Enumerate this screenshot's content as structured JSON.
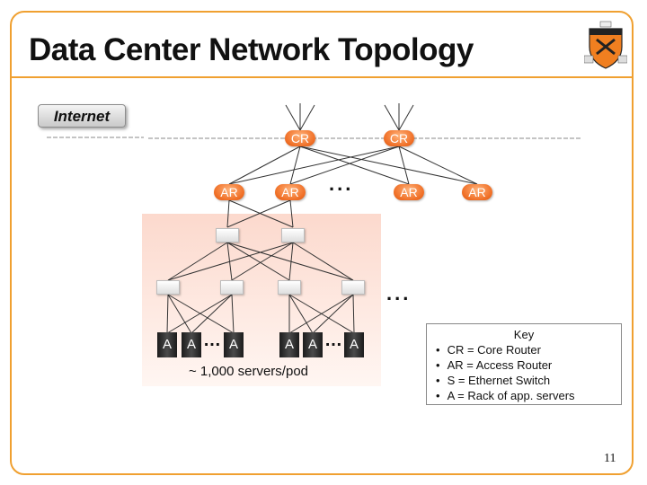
{
  "slide": {
    "title": "Data Center Network Topology",
    "page_number": "11"
  },
  "internet_label": "Internet",
  "nodes": {
    "core_router_label": "CR",
    "access_router_label": "AR",
    "rack_label": "A",
    "ellipsis": "...",
    "rack_ellipsis": "…"
  },
  "pod_label": "~ 1,000 servers/pod",
  "key": {
    "title": "Key",
    "items": [
      "CR = Core Router",
      "AR = Access Router",
      "S = Ethernet Switch",
      "A = Rack of app. servers"
    ]
  },
  "colors": {
    "frame": "#f0a030",
    "router": "#f06f26",
    "pod_background": "#fcd9cd",
    "rack": "#2a2a2a"
  }
}
